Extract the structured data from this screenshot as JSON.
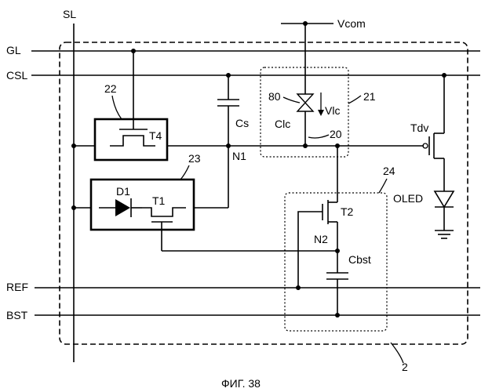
{
  "lines": {
    "SL": "SL",
    "GL": "GL",
    "CSL": "CSL",
    "REF": "REF",
    "BST": "BST",
    "Vcom": "Vcom"
  },
  "blocks": {
    "b21": "21",
    "b22": "22",
    "b23": "23",
    "b24": "24",
    "b2": "2",
    "b80": "80",
    "b20": "20"
  },
  "components": {
    "T4": "T4",
    "T1": "T1",
    "T2": "T2",
    "D1": "D1",
    "Tdv": "Tdv",
    "OLED": "OLED",
    "Cs": "Cs",
    "Clc": "Clc",
    "Vlc": "Vlc",
    "Cbst": "Cbst"
  },
  "nodes": {
    "N1": "N1",
    "N2": "N2"
  },
  "caption": "ФИГ. 38"
}
